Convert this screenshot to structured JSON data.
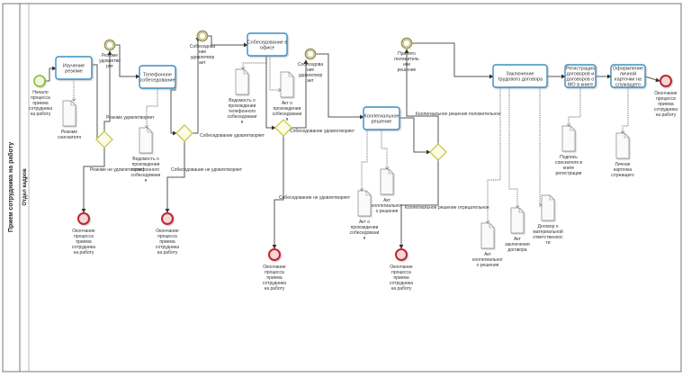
{
  "pool": {
    "label": "Прием сотрудника на работу"
  },
  "lane": {
    "label": "Отдел кадров"
  },
  "colors": {
    "task_stroke": "#3a8fc2",
    "start_stroke": "#8ab830",
    "start_fill": "#eef7d6",
    "intermediate_stroke": "#a09a55",
    "end_stroke": "#c0282e",
    "end_fill": "#f6d6d8",
    "gateway_stroke": "#c8c23a",
    "gateway_fill": "#fbfbe6",
    "flow": "#555555"
  },
  "start_event": {
    "label": [
      "Начало",
      "процесса",
      "приема",
      "сотрудника",
      "на работу"
    ]
  },
  "tasks": [
    {
      "id": "t1",
      "label": [
        "Изучение",
        "резюме"
      ]
    },
    {
      "id": "t2",
      "label": [
        "Телефонное",
        "собеседование"
      ]
    },
    {
      "id": "t3",
      "label": [
        "Собеседование в",
        "офисе"
      ]
    },
    {
      "id": "t4",
      "label": [
        "Коллегиальное",
        "решение"
      ]
    },
    {
      "id": "t5",
      "label": [
        "Заключение",
        "трудового договора"
      ]
    },
    {
      "id": "t6",
      "label": [
        "Регистрация",
        "договоров и",
        "договоров о",
        "МО в книге"
      ]
    },
    {
      "id": "t7",
      "label": [
        "Оформление",
        "личной",
        "карточки на",
        "служащего"
      ]
    }
  ],
  "intermediate_events": [
    {
      "id": "i1",
      "label": [
        "Резюме",
        "удовлетво",
        "рит"
      ]
    },
    {
      "id": "i2",
      "label": [
        "Собеседова",
        "ние",
        "удовлетвор",
        "ает"
      ]
    },
    {
      "id": "i3",
      "label": [
        "Собеседова",
        "ние",
        "удовлетвор",
        "ает"
      ]
    },
    {
      "id": "i4",
      "label": [
        "Принято",
        "положитель",
        "ное",
        "решение"
      ]
    }
  ],
  "documents": [
    {
      "id": "d1",
      "label": [
        "Резюме",
        "соискателя"
      ]
    },
    {
      "id": "d2",
      "label": [
        "Ведомость о",
        "прохождении",
        "телефонного",
        "собеседовани",
        "я"
      ]
    },
    {
      "id": "d3",
      "label": [
        "Ведомость о",
        "прохождении",
        "телефонного",
        "собеседовани",
        "я"
      ]
    },
    {
      "id": "d4",
      "label": [
        "Акт о",
        "прохождении",
        "собеседовани",
        "я"
      ]
    },
    {
      "id": "d5",
      "label": [
        "Акт о",
        "прохождении",
        "собеседовани",
        "я"
      ]
    },
    {
      "id": "d6",
      "label": [
        "Акт",
        "коллегиальног",
        "о решения"
      ]
    },
    {
      "id": "d7",
      "label": [
        "Акт",
        "коллегиальног",
        "о решения"
      ]
    },
    {
      "id": "d8",
      "label": [
        "Акт",
        "заключения",
        "договора"
      ]
    },
    {
      "id": "d9",
      "label": [
        "Договор о",
        "материальной",
        "ответственнос",
        "ти"
      ]
    },
    {
      "id": "d10",
      "label": [
        "Подпись",
        "соискателя в",
        "книге",
        "регистрации"
      ]
    },
    {
      "id": "d11",
      "label": [
        "Личная",
        "карточка",
        "служащего"
      ]
    }
  ],
  "end_events": [
    {
      "id": "e1",
      "label": [
        "Окончание",
        "процесса",
        "приема",
        "сотрудника",
        "на работу"
      ]
    },
    {
      "id": "e2",
      "label": [
        "Окончание",
        "процесса",
        "приема",
        "сотрудника",
        "на работу"
      ]
    },
    {
      "id": "e3",
      "label": [
        "Окончание",
        "процесса",
        "приема",
        "сотрудника",
        "на работу"
      ]
    },
    {
      "id": "e4",
      "label": [
        "Окончание",
        "процесса",
        "приема",
        "сотрудника",
        "на работу"
      ]
    },
    {
      "id": "e5",
      "label": [
        "Окончание",
        "процесса",
        "приема",
        "сотрудника",
        "на работу"
      ]
    }
  ],
  "flow_labels": {
    "g1_yes": "Резюме удовлетворяет",
    "g1_no": "Резюме не удовлетворяет",
    "g2_yes": "Собеседование удовлетворяет",
    "g2_no": "Собеседование не удовлетворяет",
    "g3_yes": "Собеседование удовлетворяет",
    "g3_no": "Собеседование не удовлетворяет",
    "g4_yes": "Коллегиальное решение положительное",
    "g4_no": "Коллегиальное решение отрицательное"
  }
}
